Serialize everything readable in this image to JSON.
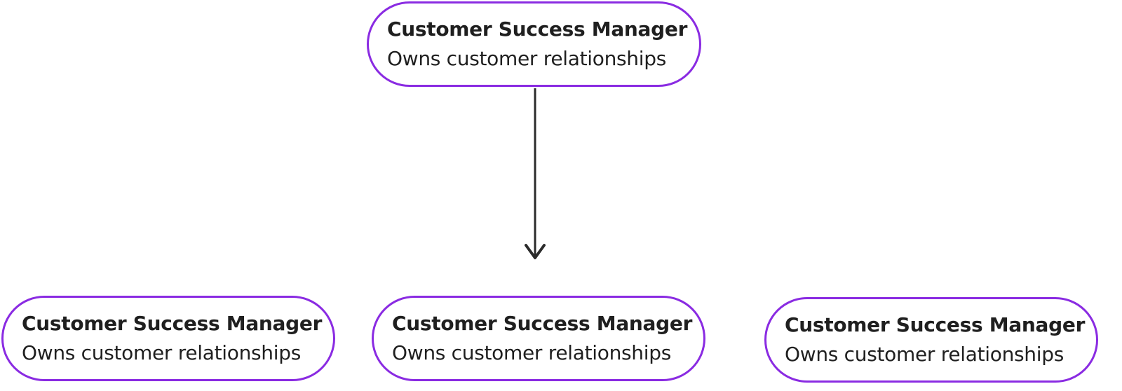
{
  "nodes": {
    "top": {
      "title": "Customer Success Manager",
      "description": "Owns customer relationships"
    },
    "left": {
      "title": "Customer Success Manager",
      "description": "Owns customer relationships"
    },
    "middle": {
      "title": "Customer Success Manager",
      "description": "Owns customer relationships"
    },
    "right": {
      "title": "Customer Success Manager",
      "description": "Owns customer relationships"
    }
  },
  "edges": [
    {
      "from": "top",
      "to": "middle"
    }
  ],
  "colors": {
    "node_border": "#8a2be2",
    "edge": "#2b2b2b",
    "text": "#1f1f1f"
  }
}
